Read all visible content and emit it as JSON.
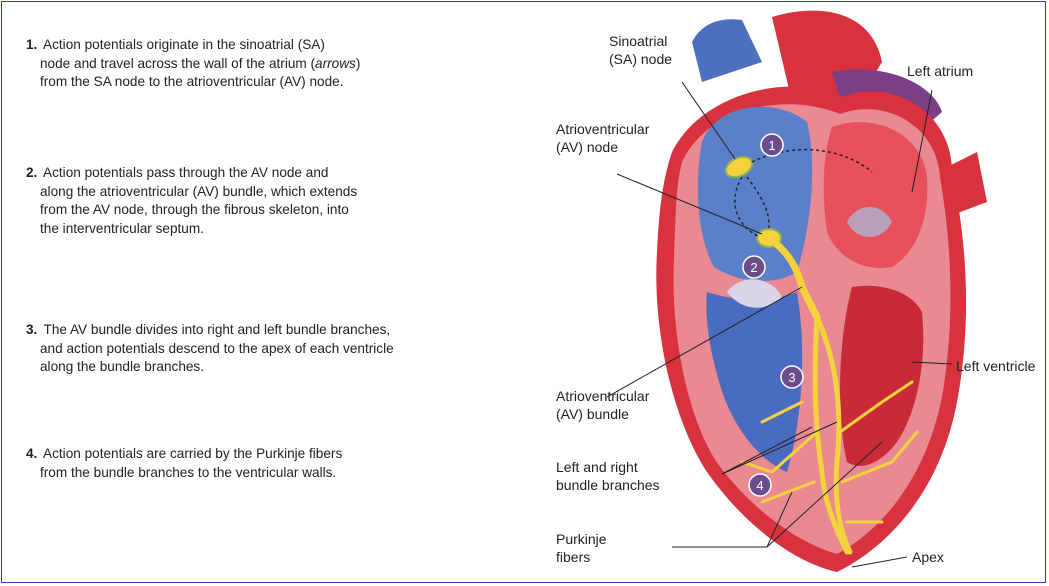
{
  "steps": [
    {
      "number": "1.",
      "lines": [
        "Action potentials originate in the sinoatrial (SA)",
        "node and travel across the wall of the atrium (arrows)",
        "from the SA node to the atrioventricular (AV) node."
      ]
    },
    {
      "number": "2.",
      "lines": [
        "Action potentials pass through the AV node and",
        "along the atrioventricular (AV) bundle, which extends",
        "from the AV node, through the fibrous skeleton, into",
        "the interventricular septum."
      ]
    },
    {
      "number": "3.",
      "lines": [
        "The AV bundle divides into right and left bundle branches,",
        "and action potentials descend to the apex of each ventricle",
        "along the bundle branches."
      ]
    },
    {
      "number": "4.",
      "lines": [
        "Action potentials are carried by the Purkinje fibers",
        "from the bundle branches to the ventricular walls."
      ]
    }
  ],
  "labels": {
    "sa_node": [
      "Sinoatrial",
      "(SA) node"
    ],
    "left_atrium": "Left atrium",
    "av_node": [
      "Atrioventricular",
      "(AV) node"
    ],
    "left_ventricle": "Left ventricle",
    "av_bundle": [
      "Atrioventricular",
      "(AV) bundle"
    ],
    "bundle_branches": [
      "Left and right",
      "bundle branches"
    ],
    "purkinje": [
      "Purkinje",
      "fibers"
    ],
    "apex": "Apex"
  },
  "badges": [
    "1",
    "2",
    "3",
    "4"
  ],
  "colors": {
    "border": "#2b3fa8",
    "right_side_blue": "#5b7fc9",
    "left_side_red": "#d8323f",
    "myocardium_pink": "#e98a93",
    "conduction_yellow": "#f3d23c",
    "badge_purple": "#6b4c8c"
  }
}
